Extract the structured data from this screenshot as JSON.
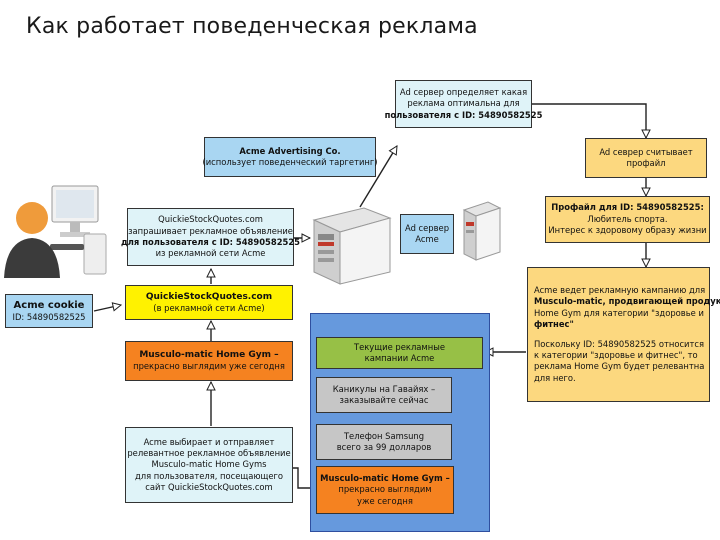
{
  "title": "Как работает поведенческая реклама",
  "boxes": {
    "ad_server_decides": {
      "lines": [
        "Ad сервер определяет какая",
        "реклама оптимальна для",
        "пользователя с ID: 54890582525"
      ]
    },
    "acme_advertising": {
      "lines": [
        "Acme Advertising Co.",
        "(использует поведенческий таргетинг)"
      ]
    },
    "ad_server_reads": {
      "lines": [
        "Ad севрер считывает",
        "профайл"
      ]
    },
    "quickie_requests": {
      "lines": [
        "QuickieStockQuotes.com",
        "запрашивает рекламное объявление",
        "для пользователя с ID: 54890582525",
        "из рекламной сети Acme"
      ]
    },
    "ad_server_acme": {
      "lines": [
        "Ad сервер",
        "Acme"
      ]
    },
    "profile": {
      "lines": [
        "Профайл для ID: 54890582525:",
        "Любитель спорта.",
        "Интерес к здоровому образу жизни"
      ]
    },
    "cookie": {
      "lines": [
        "Acme cookie",
        "ID: 54890582525"
      ]
    },
    "quickie_network": {
      "lines": [
        "QuickieStockQuotes.com",
        "(в рекламной сети Acme)"
      ]
    },
    "campaign": {
      "lines": [
        "Acme ведет рекламную кампанию для",
        "Musculo-matic, продвигающей продукт",
        "Home Gym для категории \"здоровье и",
        "фитнес\"",
        "",
        "Поскольку ID: 54890582525 относится",
        "к категории \"здоровье и фитнес\", то",
        "реклама Home Gym будет релевантна",
        "для него."
      ]
    },
    "musculo_left": {
      "lines": [
        "Musculo-matic Home Gym –",
        "прекрасно выглядим уже сегодня"
      ]
    },
    "current_campaigns": {
      "lines": [
        "Текущие рекламные",
        "кампании Acme"
      ]
    },
    "hawaii": {
      "lines": [
        "Каникулы на Гавайях –",
        "заказывайте сейчас"
      ]
    },
    "samsung": {
      "lines": [
        "Телефон Samsung",
        "всего за 99 долларов"
      ]
    },
    "acme_selects": {
      "lines": [
        "Acme выбирает и отправляет",
        "релевантное рекламное объявление",
        "Musculo-matic Home Gyms",
        "для пользователя, посещающего",
        "сайт QuickieStockQuotes.com"
      ]
    },
    "musculo_panel": {
      "lines": [
        "Musculo-matic Home Gym –",
        "прекрасно выглядим",
        "уже сегодня"
      ]
    }
  },
  "colors": {
    "cyan": "#dff3f8",
    "light_blue": "#a9d6f2",
    "yellow": "#fff200",
    "orange": "#f58220",
    "khaki": "#fcd87f",
    "green": "#97c046",
    "gray": "#c6c6c6",
    "panel_blue": "#6699dd"
  },
  "icons": [
    "user-at-computer-icon",
    "server-tower-icon",
    "small-server-icon"
  ]
}
